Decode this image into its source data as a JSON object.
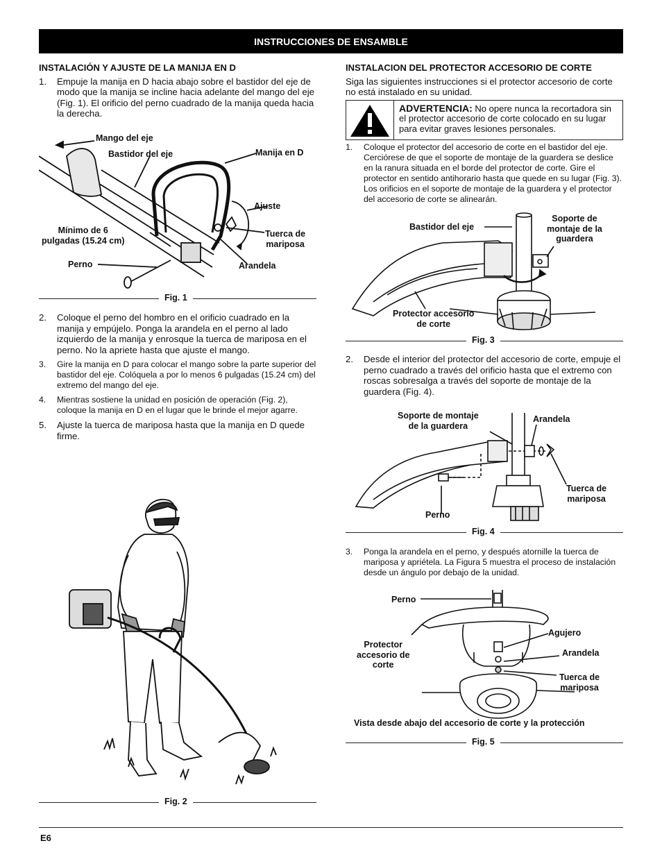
{
  "banner": "INSTRUCCIONES DE ENSAMBLE",
  "left": {
    "heading": "INSTALACIÓN Y AJUSTE DE LA MANIJA EN D",
    "step1": {
      "num": "1.",
      "text": "Empuje la manija en D hacia abajo sobre el bastidor del eje de modo que la manija se incline hacia adelante del mango del eje (Fig. 1). El orificio del perno cuadrado de la manija queda hacia la derecha."
    },
    "fig1": {
      "caption": "Fig. 1",
      "labels": {
        "mango": "Mango del eje",
        "bastidor": "Bastidor del eje",
        "manija": "Manija en D",
        "ajuste": "Ajuste",
        "tuerca": "Tuerca de\nmariposa",
        "minimo": "Mínimo de 6\npulgadas (15.24 cm)",
        "perno": "Perno",
        "arandela": "Arandela"
      }
    },
    "step2": {
      "num": "2.",
      "text": "Coloque el perno del hombro en el orificio cuadrado en la manija y empújelo. Ponga la arandela en el perno al lado izquierdo de la manija y enrosque la tuerca de mariposa en el perno. No la apriete hasta que ajuste el mango."
    },
    "step3": {
      "num": "3.",
      "text": "Gire la manija en D para colocar el mango sobre la parte superior del bastidor del eje. Colóquela a por lo menos 6 pulgadas (15.24 cm) del extremo del mango del eje."
    },
    "step4": {
      "num": "4.",
      "text": "Mientras sostiene la unidad en posición de operación (Fig. 2), coloque la manija en D en el lugar que le brinde el mejor agarre."
    },
    "step5": {
      "num": "5.",
      "text": "Ajuste la tuerca de mariposa hasta que la manija en D quede firme."
    },
    "fig2": {
      "caption": "Fig. 2"
    }
  },
  "right": {
    "heading": "INSTALACION DEL PROTECTOR ACCESORIO DE CORTE",
    "intro": "Siga las siguientes instrucciones si el protector accesorio de corte no está instalado en su unidad.",
    "warning": {
      "title": "ADVERTENCIA:",
      "text": "No opere nunca la recortadora sin el protector accesorio de corte colocado en su lugar para evitar graves lesiones personales."
    },
    "step1": {
      "num": "1.",
      "text": "Coloque el protector del accesorio de corte en el bastidor del eje. Cerciórese de que el soporte de montaje de la guardera se deslice en la ranura situada en el borde del protector de corte. Gire el protector en sentido antihorario hasta que quede en su lugar (Fig. 3). Los orificios en el soporte de montaje de la guardera y el protector del accesorio de corte se alinearán."
    },
    "fig3": {
      "caption": "Fig. 3",
      "labels": {
        "bastidor": "Bastidor del eje",
        "soporte": "Soporte de\nmontaje de la\nguardera",
        "protector": "Protector accesorio\nde corte"
      }
    },
    "step2": {
      "num": "2.",
      "text": "Desde el interior del protector del accesorio de corte, empuje el perno cuadrado a través del orificio hasta que el extremo con roscas sobresalga a través del soporte de montaje de la guardera (Fig. 4)."
    },
    "fig4": {
      "caption": "Fig. 4",
      "labels": {
        "soporte": "Soporte de montaje\nde la guardera",
        "arandela": "Arandela",
        "tuerca": "Tuerca de\nmariposa",
        "perno": "Perno"
      }
    },
    "step3": {
      "num": "3.",
      "text": "Ponga la arandela en el perno, y después atornille la tuerca de mariposa y apriétela. La Figura 5 muestra el proceso de instalación desde un ángulo por debajo de la unidad."
    },
    "fig5": {
      "caption": "Fig. 5",
      "view": "Vista desde abajo del accesorio de corte y la protección",
      "labels": {
        "perno": "Perno",
        "protector": "Protector\naccesorio de\ncorte",
        "agujero": "Agujero",
        "arandela": "Arandela",
        "tuerca": "Tuerca de\nmariposa"
      }
    }
  },
  "footer": {
    "page": "E6"
  }
}
